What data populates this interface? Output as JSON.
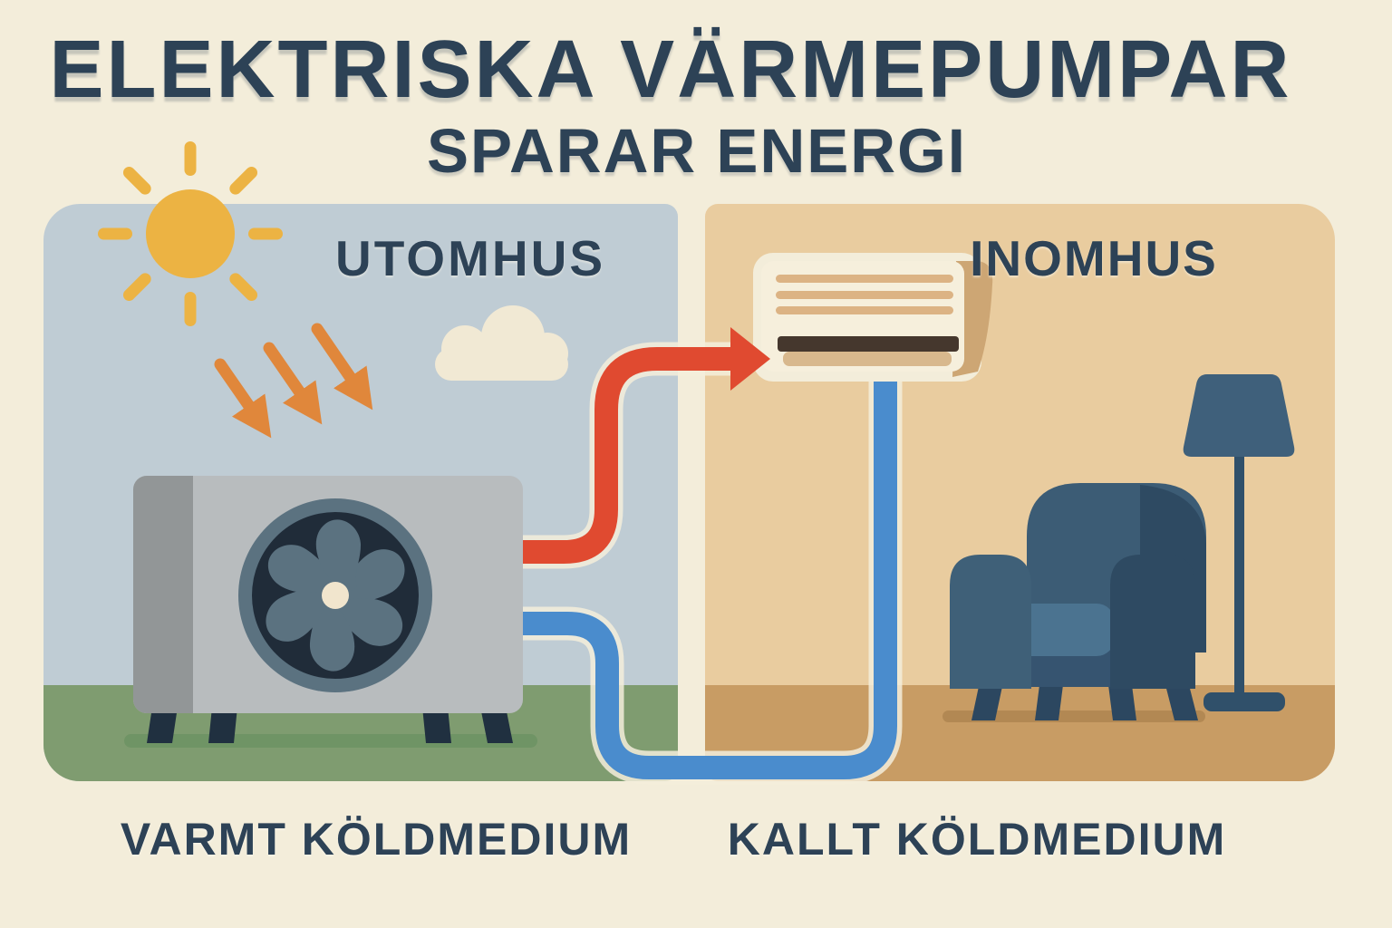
{
  "title": "ELEKTRISKA VÄRMEPUMPAR",
  "subtitle": "SPARAR ENERGI",
  "panels": {
    "outdoor": {
      "label": "UTOMHUS"
    },
    "indoor": {
      "label": "INOMHUS"
    }
  },
  "flow_labels": {
    "warm": "VARMT KÖLDMEDIUM",
    "cold": "KALLT KÖLDMEDIUM"
  },
  "colors": {
    "background": "#f3edda",
    "heading_text": "#2d4256",
    "warm_pipe": "#e04a30",
    "cold_pipe": "#4a8ccd",
    "sun": "#ecb343",
    "sun_arrows": "#e0873b",
    "outdoor_sky": "#bfccd4",
    "outdoor_grass": "#7f9c70",
    "indoor_wall": "#e9cc9f",
    "indoor_floor": "#c89c64"
  },
  "icons": {
    "sun-icon": "yellow circle with 8 rounded rays",
    "cloud-icon": "cream cloud",
    "sun-rays-arrows-icon": "three orange arrows pointing down-right",
    "heat-pump-icon": "grey outdoor unit with round fan",
    "ac-unit-icon": "cream wall-mounted indoor unit",
    "armchair-icon": "navy armchair",
    "floor-lamp-icon": "navy floor lamp",
    "warm-pipe-arrow-icon": "red pipe with arrowhead",
    "cold-pipe-icon": "blue return pipe"
  }
}
